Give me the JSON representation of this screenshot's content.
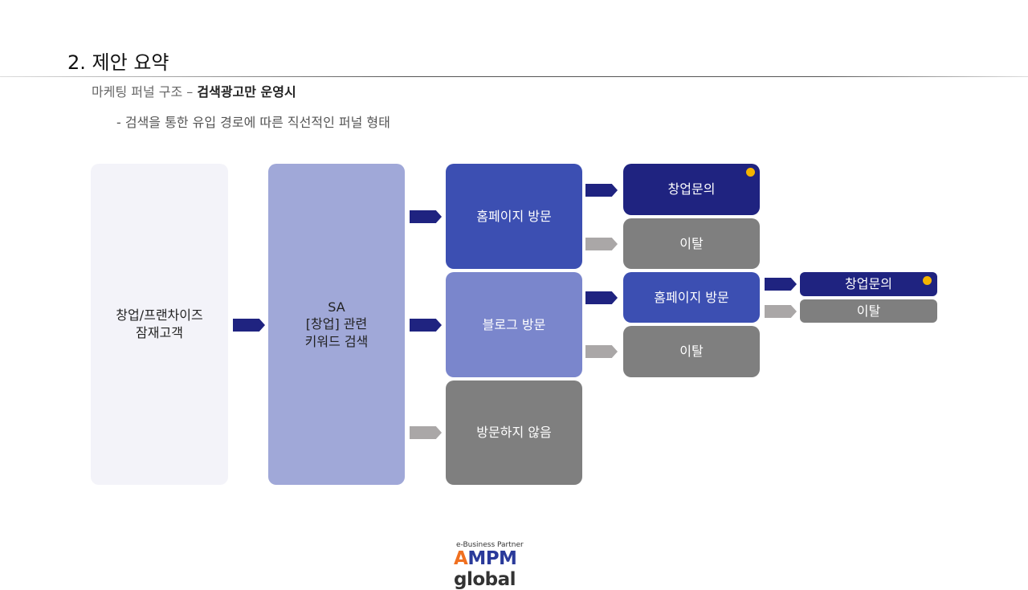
{
  "header": {
    "title": "2. 제안 요약",
    "subtitle_prefix": "마케팅 퍼널 구조 – ",
    "subtitle_bold": "검색광고만  운영시",
    "description": "- 검색을 통한 유입 경로에 따른 직선적인 퍼널 형태"
  },
  "funnel": {
    "audience": "창업/프랜차이즈\n잠재고객",
    "search": "SA\n[창업] 관련\n키워드 검색",
    "homepage_visit": "홈페이지 방문",
    "blog_visit": "블로그 방문",
    "no_visit": "방문하지 않음",
    "inquiry_1": "창업문의",
    "exit_1": "이탈",
    "blog_homepage_visit": "홈페이지 방문",
    "exit_2": "이탈",
    "inquiry_2": "창업문의",
    "exit_3": "이탈"
  },
  "logo": {
    "tagline": "e-Business Partner",
    "brand_a": "AMPM",
    "brand_b": "global"
  },
  "colors": {
    "navy": "#1f2380",
    "blue": "#3c4fb2",
    "lightblue": "#7a86cc",
    "lavender": "#a0a8d8",
    "grey": "#7f7f7f",
    "dot": "#f4b400"
  }
}
